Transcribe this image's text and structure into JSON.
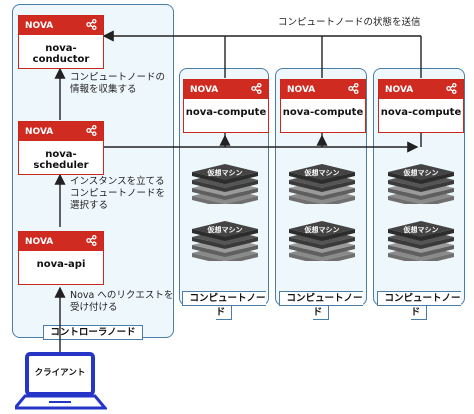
{
  "controller_node": {
    "label": "コントローラノード"
  },
  "compute_nodes": [
    {
      "label": "コンピュートノード"
    },
    {
      "label": "コンピュートノード"
    },
    {
      "label": "コンピュートノード"
    }
  ],
  "components": {
    "conductor": {
      "brand": "NOVA",
      "name": "nova-conductor",
      "icon": "share-icon"
    },
    "scheduler": {
      "brand": "NOVA",
      "name": "nova-scheduler",
      "icon": "share-icon"
    },
    "api": {
      "brand": "NOVA",
      "name": "nova-api",
      "icon": "share-icon"
    },
    "computes": [
      {
        "brand": "NOVA",
        "name": "nova-compute",
        "icon": "share-icon"
      },
      {
        "brand": "NOVA",
        "name": "nova-compute",
        "icon": "share-icon"
      },
      {
        "brand": "NOVA",
        "name": "nova-compute",
        "icon": "share-icon"
      }
    ]
  },
  "vm_label": "仮想マシン",
  "notes": {
    "top_arrow": "コンピュートノードの状態を送信",
    "collect": "コンピュートノードの\n情報を収集する",
    "instance": "インスタンスを立てる\nコンピュートノードを\n選択する",
    "request": "Nova へのリクエストを\n受け付ける"
  },
  "client": {
    "label": "クライアント",
    "icon": "laptop-icon"
  },
  "colors": {
    "nova_red": "#d02b21",
    "node_border": "#4a7da8",
    "node_fill": "#eef7fb",
    "client_blue": "#2435c8"
  }
}
